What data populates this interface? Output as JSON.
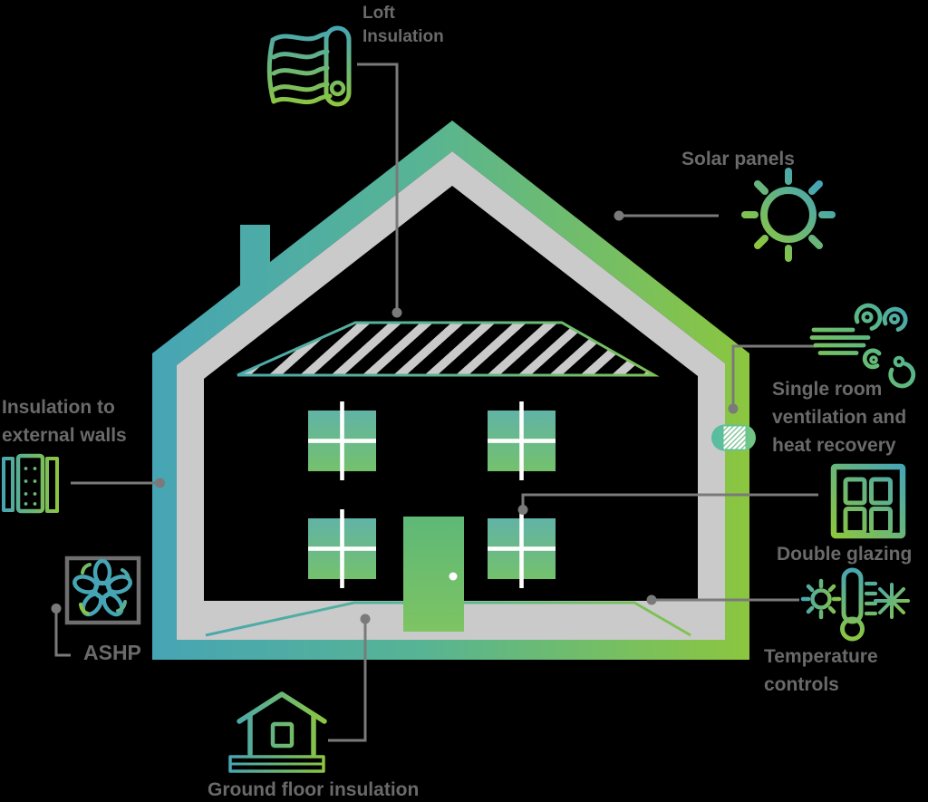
{
  "palette": {
    "background": "#000000",
    "teal": "#46a5b4",
    "green": "#8cc63f",
    "band_gray": "#cacaca",
    "text_gray": "#6a6a6a",
    "connector_gray": "#7a7a7a",
    "white": "#ffffff"
  },
  "features": {
    "loft_insulation": {
      "label_line1": "Loft",
      "label_line2": "Insulation",
      "icon": "insulation-roll-icon"
    },
    "solar_panels": {
      "label": "Solar panels",
      "icon": "sun-icon"
    },
    "single_room_ventilation": {
      "label_line1": "Single room",
      "label_line2": "ventilation and",
      "label_line3": "heat recovery",
      "icon": "wind-swirls-icon"
    },
    "double_glazing": {
      "label": "Double glazing",
      "icon": "window-icon"
    },
    "temperature_controls": {
      "label_line1": "Temperature",
      "label_line2": "controls",
      "icon": "thermometer-sun-snowflake-icon"
    },
    "ground_floor_insulation": {
      "label": "Ground floor insulation",
      "icon": "house-foundation-icon"
    },
    "ashp": {
      "label": "ASHP",
      "icon": "fan-icon"
    },
    "external_wall_insulation": {
      "label_line1": "Insulation to",
      "label_line2": "external walls",
      "icon": "wall-layers-icon"
    }
  }
}
